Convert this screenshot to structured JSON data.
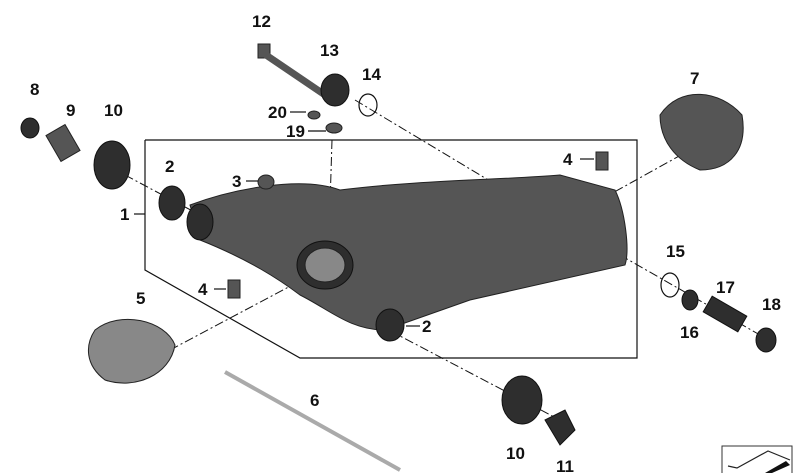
{
  "diagram": {
    "callouts": [
      "12",
      "13",
      "14",
      "7",
      "8",
      "9",
      "10",
      "20",
      "19",
      "2",
      "3",
      "4",
      "1",
      "15",
      "17",
      "18",
      "16",
      "5",
      "6",
      "2",
      "4",
      "10",
      "11"
    ]
  },
  "colors": {
    "part_gray": "#555555",
    "line": "#111111"
  },
  "icons": [
    "corner-navigation-icon"
  ]
}
